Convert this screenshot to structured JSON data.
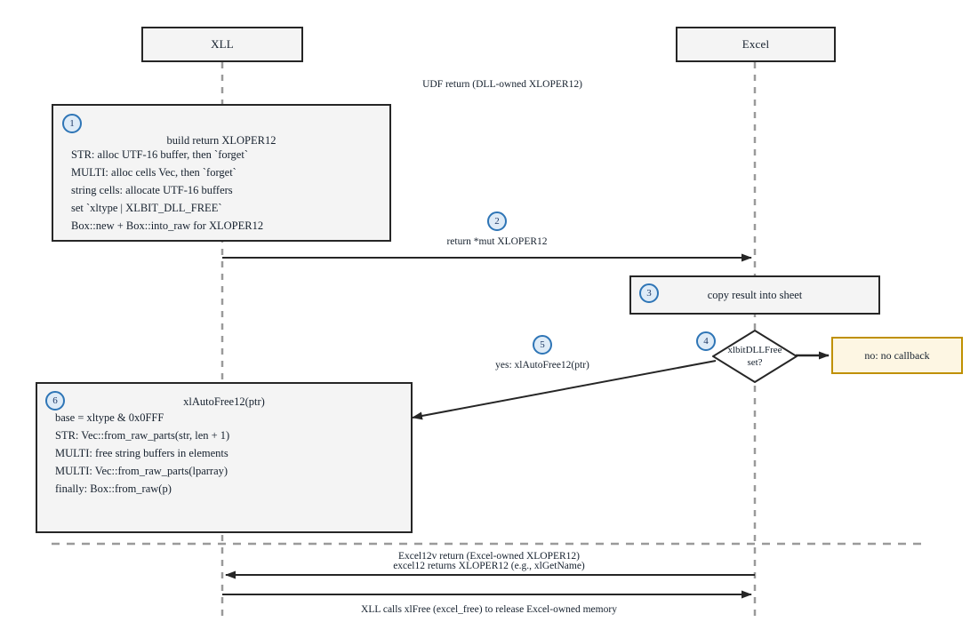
{
  "diagram": {
    "type": "sequence",
    "participants": [
      {
        "id": "xll",
        "label": "XLL"
      },
      {
        "id": "excel",
        "label": "Excel"
      }
    ],
    "notes": [
      {
        "step": "1",
        "title": "build return XLOPER12",
        "lines": [
          "STR: alloc UTF-16 buffer, then `forget`",
          "MULTI: alloc cells Vec, then `forget`",
          "string cells: allocate UTF-16 buffers",
          "set `xltype | XLBIT_DLL_FREE`",
          "Box::new + Box::into_raw for XLOPER12"
        ]
      },
      {
        "step": "3",
        "title": "copy result into sheet",
        "lines": []
      },
      {
        "step": "6",
        "title": "xlAutoFree12(ptr)",
        "lines": [
          "base = xltype & 0x0FFF",
          "STR: Vec::from_raw_parts(str, len + 1)",
          "MULTI: free string buffers in elements",
          "MULTI: Vec::from_raw_parts(lparray)",
          "finally: Box::from_raw(p)"
        ]
      }
    ],
    "decision": {
      "step": "4",
      "line1": "xlbitDLLFree",
      "line2": "set?"
    },
    "callout": {
      "label": "no: no callback"
    },
    "messages": [
      {
        "label": "UDF return (DLL-owned XLOPER12)"
      },
      {
        "step": "2",
        "label": "return *mut XLOPER12"
      },
      {
        "step": "5",
        "label": "yes: xlAutoFree12(ptr)"
      },
      {
        "label": "Excel12v return (Excel-owned XLOPER12)"
      },
      {
        "label": "excel12 returns XLOPER12 (e.g., xlGetName)"
      },
      {
        "label": "XLL calls xlFree (excel_free) to release Excel-owned memory"
      }
    ],
    "colors": {
      "stroke": "#262626",
      "box_fill": "#f4f4f4",
      "badge_stroke": "#2e75b6",
      "badge_fill": "#deebf7",
      "callout_stroke": "#bf9000",
      "callout_fill": "#fdf6e3",
      "lifeline": "#9a9a9a"
    }
  }
}
